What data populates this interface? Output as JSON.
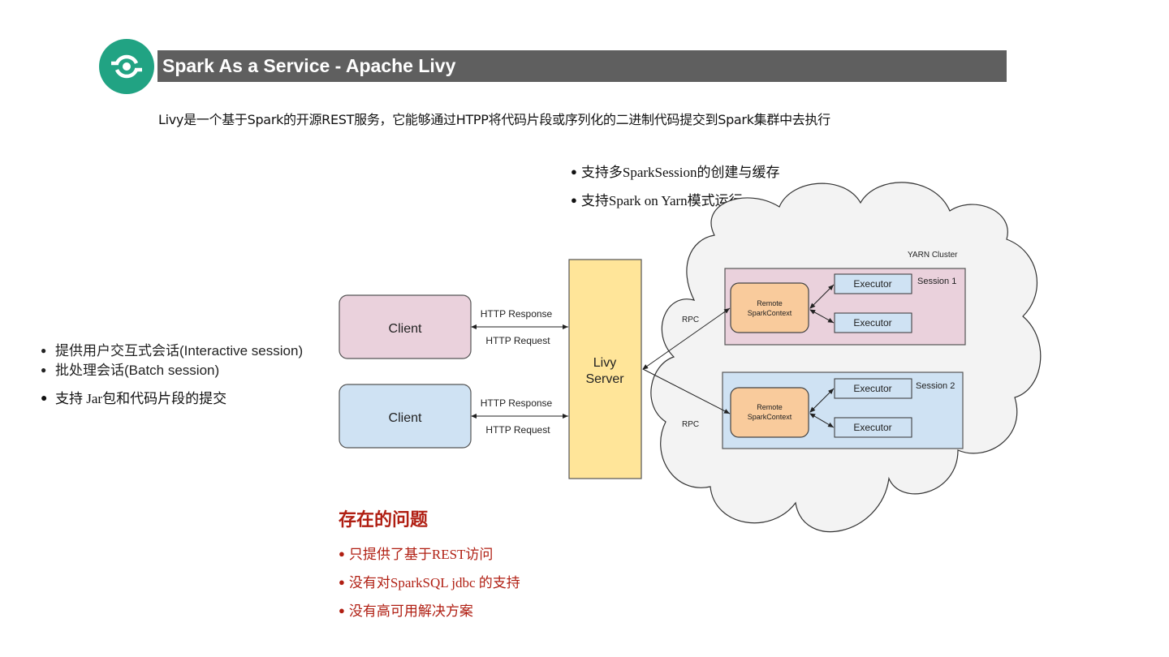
{
  "header": {
    "title": "Spark As a Service - Apache Livy",
    "logo_icon": "sync-circle-icon",
    "accent_color": "#21a383",
    "bar_color": "#5f5f5f"
  },
  "intro": "Livy是一个基于Spark的开源REST服务，它能够通过HTPP将代码片段或序列化的二进制代码提交到Spark集群中去执行",
  "top_features": [
    "支持多SparkSession的创建与缓存",
    "支持Spark on  Yarn模式运行"
  ],
  "left_features": [
    "提供用户交互式会话(Interactive session)",
    "批处理会话(Batch session)",
    "支持 Jar包和代码片段的提交"
  ],
  "issues": {
    "title": "存在的问题",
    "items": [
      "只提供了基于REST访问",
      "没有对SparkSQL jdbc 的支持",
      "没有高可用解决方案"
    ],
    "color": "#b01e12"
  },
  "diagram": {
    "clients": [
      {
        "label": "Client",
        "color": "#ead1dc"
      },
      {
        "label": "Client",
        "color": "#cfe2f3"
      }
    ],
    "http_response": "HTTP Response",
    "http_request": "HTTP Request",
    "server": {
      "line1": "Livy",
      "line2": "Server",
      "color": "#ffe599"
    },
    "cluster_label": "YARN Cluster",
    "rpc_label": "RPC",
    "sessions": [
      {
        "label": "Session 1",
        "color": "#ead1dc",
        "context_line1": "Remote",
        "context_line2": "SparkContext",
        "executors": [
          "Executor",
          "Executor"
        ]
      },
      {
        "label": "Session 2",
        "color": "#cfe2f3",
        "context_line1": "Remote",
        "context_line2": "SparkContext",
        "executors": [
          "Executor",
          "Executor"
        ]
      }
    ],
    "context_color": "#f9cb9c",
    "executor_color": "#cfe2f3"
  }
}
